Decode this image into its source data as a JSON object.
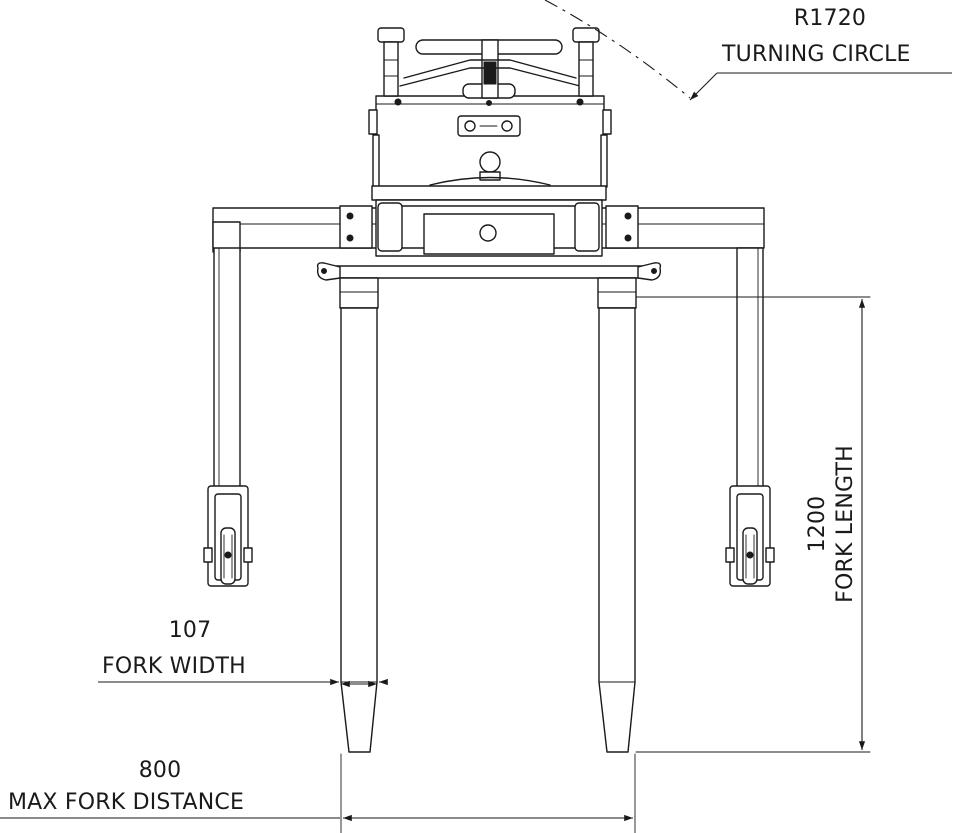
{
  "dimensions": {
    "turning_circle": {
      "value": "R1720",
      "label": "TURNING CIRCLE"
    },
    "fork_length": {
      "value": "1200",
      "label": "FORK LENGTH"
    },
    "fork_width": {
      "value": "107",
      "label": "FORK WIDTH"
    },
    "max_fork_distance": {
      "value": "800",
      "label": "MAX FORK DISTANCE"
    }
  },
  "colors": {
    "line": "#1a1a1a",
    "background": "#ffffff"
  }
}
